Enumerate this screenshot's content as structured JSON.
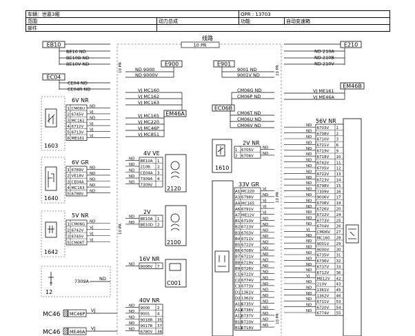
{
  "header": {
    "vehicle_label": "车辆：世嘉3厢",
    "opr_label": "OPR : 13703",
    "scope_label": "范围",
    "scope_value": "动力总成",
    "function_label": "功能",
    "function_value": "自动变速箱",
    "part_label": "部件"
  },
  "harness": {
    "title": "线路",
    "code": "10 PR"
  },
  "connectors": {
    "eb10": {
      "name": "EB10",
      "wires": [
        "BE10 ND",
        "BE10B ND",
        "BE10V ND"
      ]
    },
    "e210": {
      "name": "E210",
      "wires": [
        "ND 210A",
        "ND 210B",
        "ND 210V"
      ]
    },
    "ec04": {
      "name": "EC04",
      "wires": [
        "CE04 ND",
        "CE04R ND"
      ]
    },
    "e900": {
      "name": "E900",
      "wires": [
        "ND 9000",
        "ND 9000V"
      ]
    },
    "e901": {
      "name": "E901",
      "wires": [
        "9001 ND",
        "9001V ND"
      ]
    },
    "em46b": {
      "name": "EM46B",
      "wires": [
        "VJ ME161",
        "VJ ME46A"
      ]
    },
    "em46a": {
      "name": "EM46A",
      "wires": [
        "VJ MC160",
        "VJ MC162",
        "VJ MC163",
        "VJ MC165",
        "VJ MC220",
        "VJ MC46P",
        "VJ MC851"
      ]
    },
    "ec06b": {
      "name": "EC06B",
      "wires": [
        "CM06G ND",
        "CM06P ND",
        "CM06T ND",
        "CM06U ND",
        "CM06V ND"
      ]
    },
    "mc46_1": {
      "name": "MC46",
      "tag": "MC46P",
      "wire": "VJ"
    },
    "mc46_2": {
      "name": "MC46",
      "tag": "ME46A",
      "wire": "VJ"
    }
  },
  "components": {
    "c1603": {
      "id": "1603",
      "header": "6V NR",
      "pins": [
        [
          "1",
          "CM06U",
          "ND"
        ],
        [
          "2",
          "6745V",
          "VJ"
        ],
        [
          "3",
          "MC162",
          "ND"
        ],
        [
          "4",
          "6712V",
          "VJ"
        ],
        [
          "5",
          "6713V",
          "VJ"
        ],
        [
          "6",
          "ME161",
          "VJ"
        ]
      ]
    },
    "c1640": {
      "id": "1640",
      "header": "6V GR",
      "pins": [
        [
          "1",
          "6789V",
          "ND"
        ],
        [
          "2",
          "VE18V",
          "ND"
        ],
        [
          "3",
          "CE04A",
          "ND"
        ],
        [
          "4",
          "MC163",
          "ND"
        ],
        [
          "5",
          "6788V",
          "ND"
        ]
      ]
    },
    "c1642": {
      "id": "1642",
      "header": "5V NR",
      "pins": [
        [
          "1",
          "CM06G",
          "ND"
        ],
        [
          "2",
          "6742V",
          "VJ"
        ],
        [
          "3",
          "6745V",
          "VJ"
        ],
        [
          "5",
          "CM06T",
          "VJ"
        ]
      ]
    },
    "c12": {
      "id": "12",
      "wire": "7309A",
      "color": "ND"
    },
    "c2120": {
      "id": "2120",
      "header": "4V VE",
      "pins": [
        [
          "ND",
          "BE10A",
          "1"
        ],
        [
          "ND",
          "210B",
          "2"
        ],
        [
          "ND",
          "CE04A",
          "3"
        ],
        [
          "ND",
          "7309A",
          "4"
        ],
        [
          "ND",
          "7309V",
          ""
        ]
      ]
    },
    "c2100": {
      "id": "2100",
      "header": "2V",
      "pins": [
        [
          "ND",
          "BE10A",
          "1"
        ],
        [
          "ND",
          "BE10D",
          "2"
        ]
      ]
    },
    "c001": {
      "id": "C001",
      "header": "16V NR",
      "pins": [
        [
          "ND",
          "9006V",
          "7"
        ]
      ]
    },
    "c40v": {
      "header": "40V NR",
      "pins": [
        [
          "ND",
          "9000",
          "2"
        ],
        [
          "ND",
          "9001",
          "4"
        ],
        [
          "ND",
          "9018R",
          "35"
        ],
        [
          "ND",
          "9017R",
          "37"
        ],
        [
          "ND",
          "6780V",
          "38"
        ]
      ]
    },
    "c1610": {
      "id": "1610",
      "header": "2V NR",
      "pins": [
        [
          "1",
          "6705V",
          "ND"
        ],
        [
          "2",
          "6706V",
          "ND"
        ]
      ]
    },
    "ecu33": {
      "header": "33V GR",
      "pins": [
        [
          "A1",
          "MC220",
          "VJ"
        ],
        [
          "A3",
          "6798V",
          "ND"
        ],
        [
          "A4",
          "MC165",
          "VJ"
        ],
        [
          "A6",
          "6791V",
          "VJ"
        ],
        [
          "A7",
          "ME12V",
          "VJ"
        ],
        [
          "B1",
          "6710V",
          "ND"
        ],
        [
          "B2",
          "6723V",
          "ND"
        ],
        [
          "B3",
          "6703V",
          "ND"
        ],
        [
          "B4",
          "6711V",
          "ND"
        ],
        [
          "B5",
          "6722V",
          "ND"
        ],
        [
          "B6",
          "6708V",
          "ND"
        ],
        [
          "B7",
          "6721V",
          "ND"
        ],
        [
          "B8",
          "6719V",
          "ND"
        ],
        [
          "B9",
          "6726V",
          "ND"
        ],
        [
          "C1",
          "6722V",
          "ND"
        ],
        [
          "C2",
          "6774V",
          "ND"
        ],
        [
          "C3",
          "6773V",
          "ND"
        ],
        [
          "D1",
          "1361V",
          "ND"
        ],
        [
          "D2",
          "1362V",
          "ND"
        ],
        [
          "A10",
          "6735V",
          "ND"
        ],
        [
          "A11",
          "6736V",
          "ND"
        ],
        [
          "A12",
          "6737V",
          "ND"
        ],
        [
          "B10",
          "6720V",
          "ND"
        ],
        [
          "B11",
          "6718V",
          "ND"
        ]
      ]
    },
    "c56v": {
      "header": "56V NR",
      "pins": [
        [
          "ND",
          "6703V",
          "1"
        ],
        [
          "ND",
          "6708V",
          "2"
        ],
        [
          "ND",
          "6710V",
          "3"
        ],
        [
          "ND",
          "6721V",
          "6"
        ],
        [
          "ND",
          "6719V",
          "9"
        ],
        [
          "ND",
          "6718V",
          "10"
        ],
        [
          "ND",
          "6742V",
          "11"
        ],
        [
          "ND",
          "6705V",
          "12"
        ],
        [
          "ND",
          "6722V",
          "13"
        ],
        [
          "ND",
          "6723V",
          "14"
        ],
        [
          "ND",
          "6798V",
          "15"
        ],
        [
          "ND",
          "7309V",
          "16"
        ],
        [
          "ND",
          "9006V",
          "17"
        ],
        [
          "ND",
          "6708V",
          "19"
        ],
        [
          "ND",
          "6726V",
          "20"
        ],
        [
          "ND",
          "6722V",
          "24"
        ],
        [
          "ND",
          "6773V",
          "25"
        ],
        [
          "ND",
          "6704V",
          "26"
        ],
        [
          "VJ",
          "CM06V",
          "27"
        ],
        [
          "ND",
          "MC160",
          "28"
        ],
        [
          "ND",
          "9001V",
          "29"
        ],
        [
          "ND",
          "9000V",
          "30"
        ],
        [
          "ND",
          "6735V",
          "31"
        ],
        [
          "ND",
          "6736V",
          "32"
        ],
        [
          "ND",
          "6737V",
          "33"
        ],
        [
          "ND",
          "6712V",
          "36"
        ],
        [
          "VJ",
          "ME12V",
          "42"
        ],
        [
          "ND",
          "210V",
          "43"
        ],
        [
          "ND",
          "1361V",
          "45"
        ],
        [
          "ND",
          "1362V",
          "46"
        ],
        [
          "ND",
          "6711V",
          "53"
        ],
        [
          "ND",
          "6720V",
          "54"
        ],
        [
          "ND",
          "6774V",
          "55"
        ]
      ]
    }
  }
}
